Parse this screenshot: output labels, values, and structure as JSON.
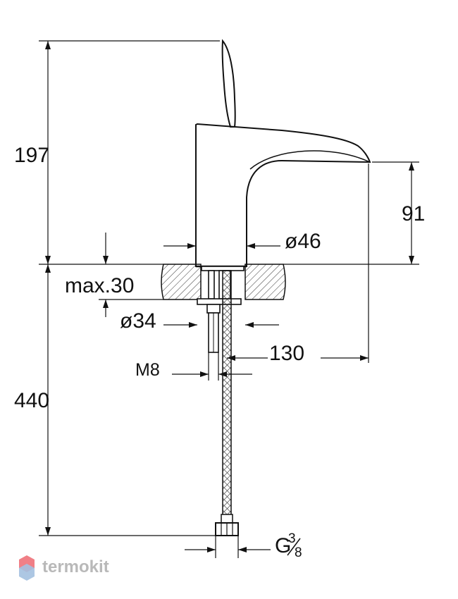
{
  "dimensions": {
    "height_above": "197",
    "spout_height": "91",
    "body_diameter": "ø46",
    "max_thickness": "max.30",
    "shank_diameter": "ø34",
    "reach": "130",
    "stud_thread": "M8",
    "height_below": "440",
    "connection_main": "G",
    "connection_num": "3",
    "connection_den": "8"
  },
  "watermark": {
    "text": "termokit",
    "logo_colors": [
      "#f07f86",
      "#a4c1e0"
    ]
  },
  "colors": {
    "line": "#111111",
    "hatch": "#444444"
  }
}
